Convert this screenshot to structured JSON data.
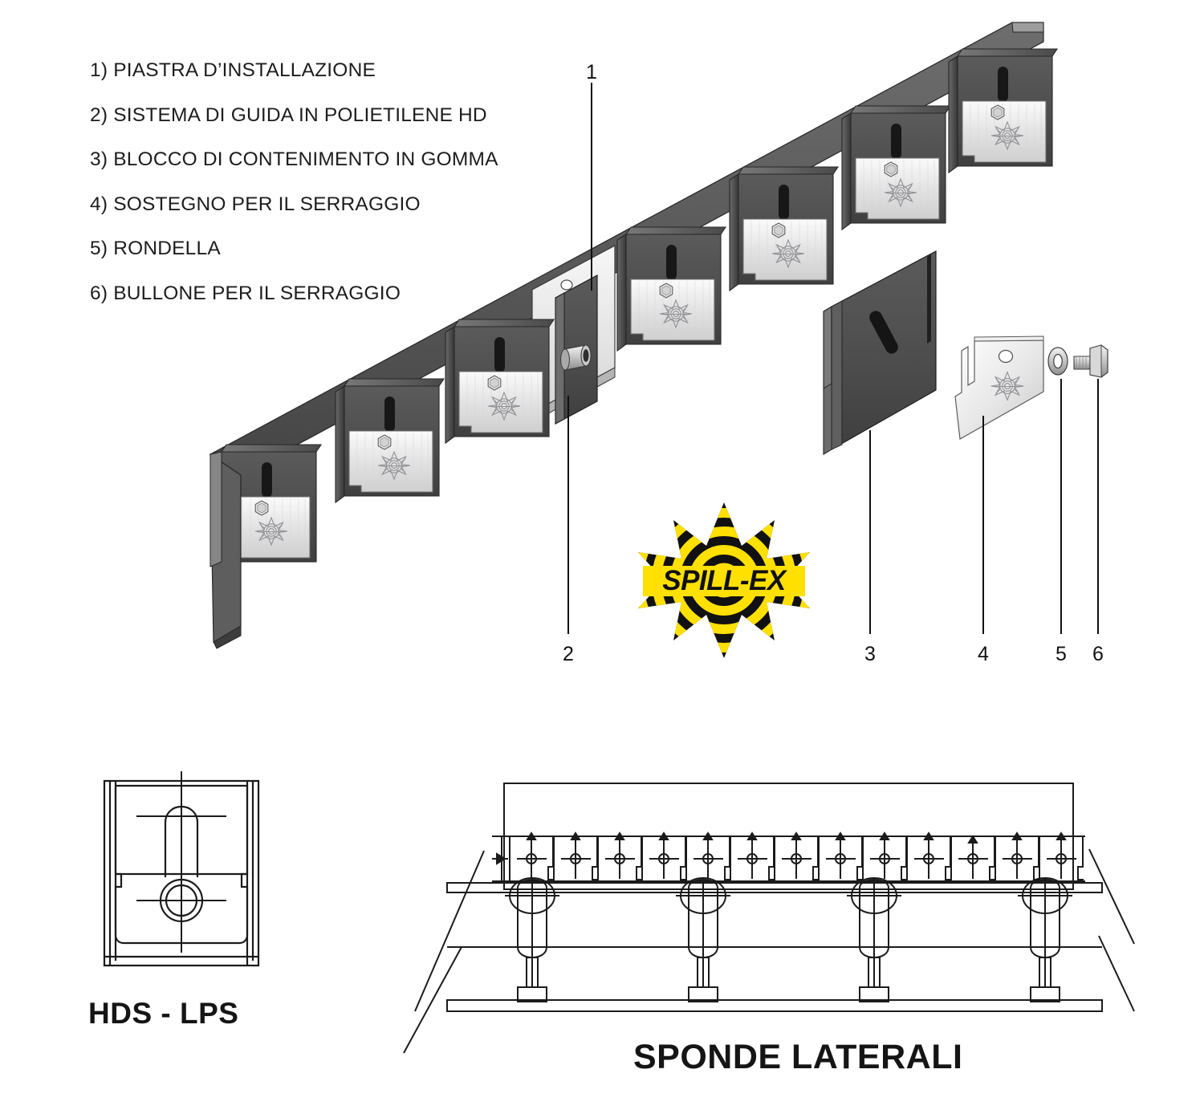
{
  "legend": {
    "items": [
      "1) PIASTRA D’INSTALLAZIONE",
      "2) SISTEMA DI GUIDA IN POLIETILENE HD",
      "3) BLOCCO DI CONTENIMENTO IN GOMMA",
      "4) SOSTEGNO PER IL SERRAGGIO",
      "5) RONDELLA",
      "6) BULLONE PER IL SERRAGGIO"
    ]
  },
  "callouts": {
    "c1": "1",
    "c2": "2",
    "c3": "3",
    "c4": "4",
    "c5": "5",
    "c6": "6"
  },
  "brand": {
    "logo_text": "SPILL-EX",
    "yellow": "#FFE000",
    "black": "#111111"
  },
  "details": {
    "hds_lps_caption": "HDS - LPS",
    "sponde_caption": "SPONDE LATERALI"
  },
  "colors": {
    "rubber_dark": "#4e4e4e",
    "rubber_darker": "#3a3a3a",
    "plate_light": "#dedede",
    "plate_lighter": "#f0f0f0",
    "metal_mid": "#9a9a9a",
    "line": "#111111",
    "background": "#ffffff"
  },
  "diagram": {
    "type": "exploded-assembly",
    "module_count": 7,
    "sponde_block_count": 13,
    "sponde_post_count": 4
  }
}
